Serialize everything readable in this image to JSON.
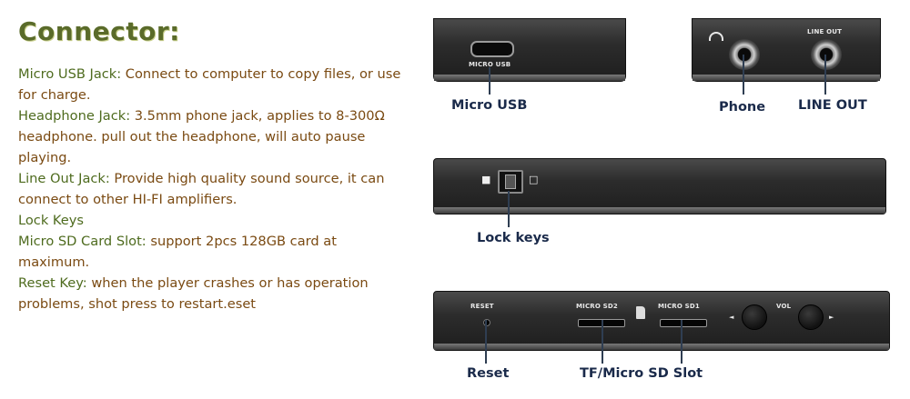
{
  "title": "Connector:",
  "descriptions": [
    {
      "key": "Micro USB Jack:",
      "text": " Connect to computer to copy files, or use for charge."
    },
    {
      "key": "Headphone Jack:",
      "text": " 3.5mm phone jack, applies to 8-300Ω headphone. pull out the headphone, will auto pause playing."
    },
    {
      "key": "Line Out Jack:",
      "text": " Provide high quality sound source, it can connect to other HI-FI amplifiers."
    },
    {
      "key": "Lock Keys",
      "text": ""
    },
    {
      "key": "Micro SD Card Slot:",
      "text": " support  2pcs 128GB card at maximum."
    },
    {
      "key": "Reset Key:",
      "text": " when the player crashes or has operation problems, shot press to restart.eset"
    }
  ],
  "callouts": {
    "micro_usb": "Micro USB",
    "phone": "Phone",
    "line_out": "LINE OUT",
    "lock_keys": "Lock keys",
    "reset": "Reset",
    "sd_slot": "TF/Micro SD Slot"
  },
  "device_text": {
    "micro_usb": "MICRO USB",
    "line_out": "LINE OUT",
    "reset": "RESET",
    "micro_sd2": "MICRO SD2",
    "micro_sd1": "MICRO SD1",
    "vol": "VOL",
    "vol_down": "◄",
    "vol_up": "►"
  },
  "icons": [
    "headphone-icon",
    "lock-icon",
    "unlock-icon",
    "sd-card-icon"
  ]
}
